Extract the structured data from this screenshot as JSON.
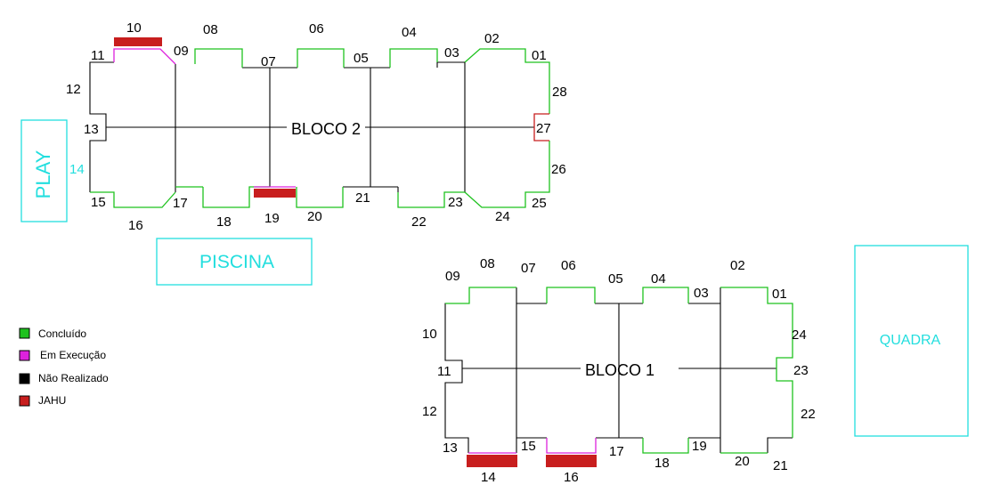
{
  "colors": {
    "concluido": "#1fc21f",
    "em_execucao": "#dd22dd",
    "nao_realizado": "#000000",
    "jahu": "#c81e1e",
    "areas": "#22dede"
  },
  "areas": {
    "play": "PLAY",
    "piscina": "PISCINA",
    "quadra": "QUADRA"
  },
  "bloco2": {
    "title": "BLOCO 2",
    "labels": {
      "l01": "01",
      "l02": "02",
      "l03": "03",
      "l04": "04",
      "l05": "05",
      "l06": "06",
      "l07": "07",
      "l08": "08",
      "l09": "09",
      "l10": "10",
      "l11": "11",
      "l12": "12",
      "l13": "13",
      "l14": "14",
      "l15": "15",
      "l16": "16",
      "l17": "17",
      "l18": "18",
      "l19": "19",
      "l20": "20",
      "l21": "21",
      "l22": "22",
      "l23": "23",
      "l24": "24",
      "l25": "25",
      "l26": "26",
      "l27": "27",
      "l28": "28"
    }
  },
  "bloco1": {
    "title": "BLOCO 1",
    "labels": {
      "l01": "01",
      "l02": "02",
      "l03": "03",
      "l04": "04",
      "l05": "05",
      "l06": "06",
      "l07": "07",
      "l08": "08",
      "l09": "09",
      "l10": "10",
      "l11": "11",
      "l12": "12",
      "l13": "13",
      "l14": "14",
      "l15": "15",
      "l16": "16",
      "l17": "17",
      "l18": "18",
      "l19": "19",
      "l20": "20",
      "l21": "21",
      "l22": "22",
      "l23": "23",
      "l24": "24"
    }
  },
  "legend": {
    "concluido": "Concluído",
    "em_execucao": "Em Execução",
    "nao_realizado": "Não Realizado",
    "jahu": "JAHU"
  }
}
